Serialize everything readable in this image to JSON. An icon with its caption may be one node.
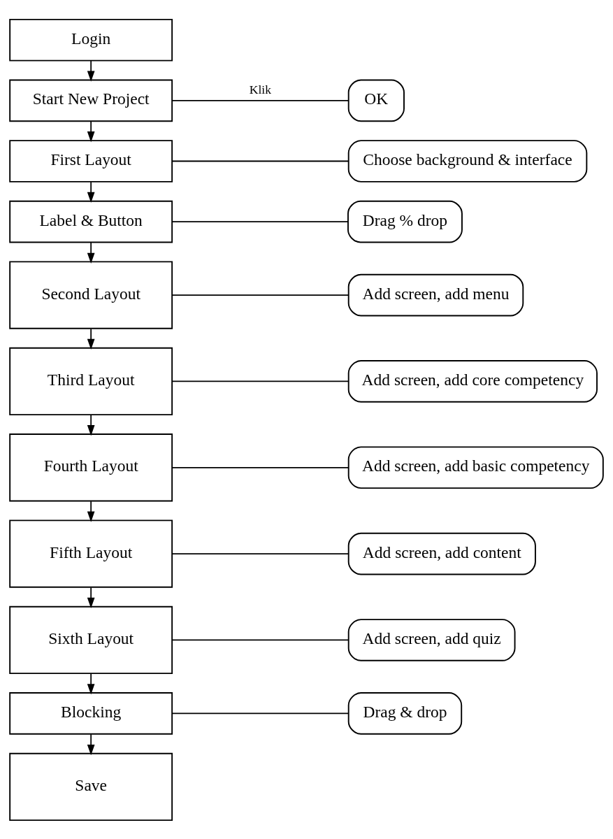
{
  "diagram": {
    "nodes": [
      {
        "text": [
          "Login"
        ]
      },
      {
        "text": [
          "Start New Project"
        ]
      },
      {
        "text": [
          "OK"
        ]
      },
      {
        "text": [
          "First Layout"
        ]
      },
      {
        "text": [
          "Choose background & interface"
        ]
      },
      {
        "text": [
          "Label & Button"
        ]
      },
      {
        "text": [
          "Drag % drop"
        ]
      },
      {
        "text": [
          "Second Layout"
        ]
      },
      {
        "text": [
          "Add screen, add menu"
        ]
      },
      {
        "text": [
          "Third Layout"
        ]
      },
      {
        "text": [
          "Add screen, add core competency"
        ]
      },
      {
        "text": [
          "Fourth Layout"
        ]
      },
      {
        "text": [
          "Add screen, add basic competency"
        ]
      },
      {
        "text": [
          "Fifth Layout"
        ]
      },
      {
        "text": [
          "Add screen, add content"
        ]
      },
      {
        "text": [
          "Sixth Layout"
        ]
      },
      {
        "text": [
          "Add screen, add quiz"
        ]
      },
      {
        "text": [
          "Blocking"
        ]
      },
      {
        "text": [
          "Drag & drop"
        ]
      },
      {
        "text": [
          "Save"
        ]
      }
    ],
    "edges": [
      {
        "from": 0,
        "to": 1,
        "arrow": "to"
      },
      {
        "from": 1,
        "to": 2,
        "arrow": "none",
        "label": "Klik"
      },
      {
        "from": 1,
        "to": 3,
        "arrow": "to"
      },
      {
        "from": 3,
        "to": 4,
        "arrow": "none"
      },
      {
        "from": 3,
        "to": 5,
        "arrow": "to"
      },
      {
        "from": 5,
        "to": 6,
        "arrow": "none"
      },
      {
        "from": 5,
        "to": 7,
        "arrow": "to"
      },
      {
        "from": 7,
        "to": 8,
        "arrow": "none"
      },
      {
        "from": 7,
        "to": 9,
        "arrow": "to"
      },
      {
        "from": 9,
        "to": 10,
        "arrow": "none"
      },
      {
        "from": 9,
        "to": 11,
        "arrow": "to"
      },
      {
        "from": 11,
        "to": 12,
        "arrow": "none"
      },
      {
        "from": 11,
        "to": 13,
        "arrow": "to"
      },
      {
        "from": 13,
        "to": 14,
        "arrow": "none"
      },
      {
        "from": 13,
        "to": 15,
        "arrow": "to"
      },
      {
        "from": 15,
        "to": 16,
        "arrow": "none"
      },
      {
        "from": 15,
        "to": 17,
        "arrow": "to"
      },
      {
        "from": 17,
        "to": 18,
        "arrow": "none"
      },
      {
        "from": 17,
        "to": 19,
        "arrow": "to"
      }
    ]
  }
}
